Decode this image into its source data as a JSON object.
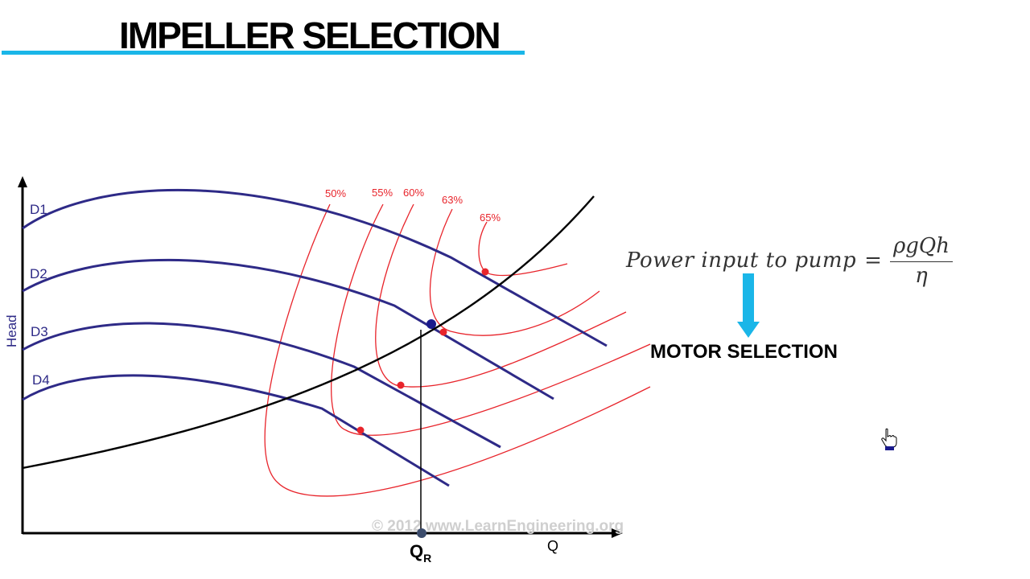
{
  "title": "IMPELLER SELECTION",
  "diagram": {
    "axis_y_label": "Head",
    "axis_x_label": "Q",
    "operating_flow_label": "Q",
    "operating_flow_subscript": "R",
    "impeller_curves": [
      {
        "label": "D1"
      },
      {
        "label": "D2"
      },
      {
        "label": "D3"
      },
      {
        "label": "D4"
      }
    ],
    "efficiency_contours": [
      {
        "label": "50%"
      },
      {
        "label": "55%"
      },
      {
        "label": "60%"
      },
      {
        "label": "63%"
      },
      {
        "label": "65%"
      }
    ],
    "watermark": "© 2012 www.LearnEngineering.org",
    "colors": {
      "impeller_curve": "#2e2a87",
      "system_curve": "#000000",
      "efficiency_contour": "#e8242b",
      "operating_point": "#1a1a8c",
      "accent": "#1ab6e8"
    }
  },
  "formula": {
    "lhs": "Power input to pump",
    "equals": "=",
    "numerator": "ρgQh",
    "denominator": "η"
  },
  "result": {
    "label": "MOTOR SELECTION"
  }
}
